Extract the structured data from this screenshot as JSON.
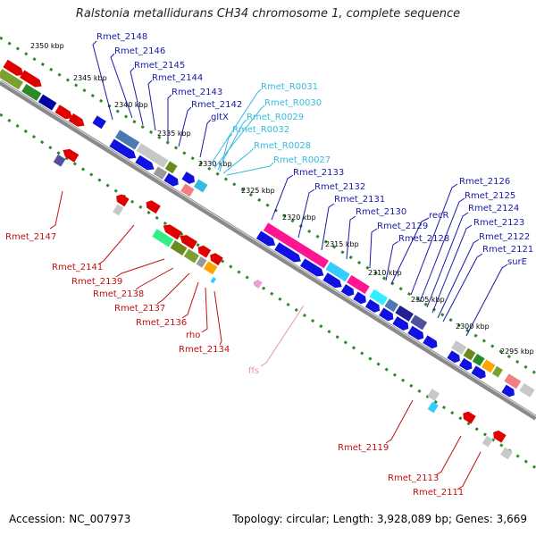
{
  "title": "Ralstonia metallidurans CH34 chromosome 1, complete sequence",
  "accession": "Accession: NC_007973",
  "summary": "Topology: circular; Length: 3,928,089 bp; Genes: 3,669",
  "ticks": [
    "2350 kbp",
    "2345 kbp",
    "2340 kbp",
    "2335 kbp",
    "2330 kbp",
    "2325 kbp",
    "2320 kbp",
    "2315 kbp",
    "2310 kbp",
    "2305 kbp",
    "2300 kbp",
    "2295 kbp"
  ],
  "genes_upper": [
    "Rmet_2148",
    "Rmet_2146",
    "Rmet_2145",
    "Rmet_2144",
    "Rmet_2143",
    "Rmet_2142",
    "gltX",
    "Rmet_2133",
    "Rmet_2132",
    "Rmet_2131",
    "Rmet_2130",
    "Rmet_2129",
    "recR",
    "Rmet_2128",
    "Rmet_2126",
    "Rmet_2125",
    "Rmet_2124",
    "Rmet_2123",
    "Rmet_2122",
    "Rmet_2121",
    "surE"
  ],
  "rna_upper": [
    "Rmet_R0031",
    "Rmet_R0030",
    "Rmet_R0029",
    "Rmet_R0032",
    "Rmet_R0028",
    "Rmet_R0027"
  ],
  "genes_lower": [
    "Rmet_2147",
    "Rmet_2141",
    "Rmet_2139",
    "Rmet_2138",
    "Rmet_2137",
    "Rmet_2136",
    "rho",
    "Rmet_2134",
    "Rmet_2119",
    "Rmet_2113",
    "Rmet_2111"
  ],
  "rna_lower": [
    "ffs"
  ]
}
